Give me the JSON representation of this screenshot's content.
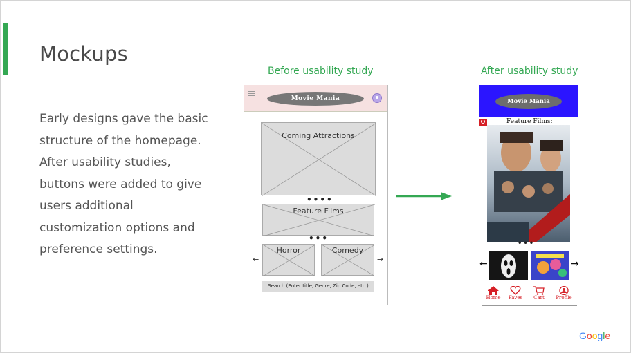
{
  "slide": {
    "title": "Mockups",
    "body": "Early designs gave the basic structure of the homepage. After usability studies, buttons were added to give users additional customization options and preference settings.",
    "caption_before": "Before usability study",
    "caption_after": "After usability study"
  },
  "wireframe": {
    "logo": "Movie Mania",
    "coming": "Coming Attractions",
    "feature": "Feature Films",
    "horror": "Horror",
    "comedy": "Comedy",
    "dots4": "••••",
    "dots3": "•••",
    "arrow_left": "←",
    "arrow_right": "→",
    "search": "Search (Enter title, Genre, Zip Code, etc.)"
  },
  "after": {
    "logo": "Movie Mania",
    "feature": "Feature Films:",
    "dots": "•••",
    "arrow_left": "←",
    "arrow_right": "→",
    "nav": [
      "Home",
      "Faves",
      "Cart",
      "Profile"
    ]
  },
  "brand": {
    "letters": [
      "G",
      "o",
      "o",
      "g",
      "l",
      "e"
    ],
    "colors": [
      "#4285f4",
      "#ea4335",
      "#fbbc05",
      "#4285f4",
      "#34a853",
      "#ea4335"
    ]
  },
  "colors": {
    "accent": "#34a853",
    "after_header": "#2b15ff",
    "nav_red": "#d62027"
  }
}
